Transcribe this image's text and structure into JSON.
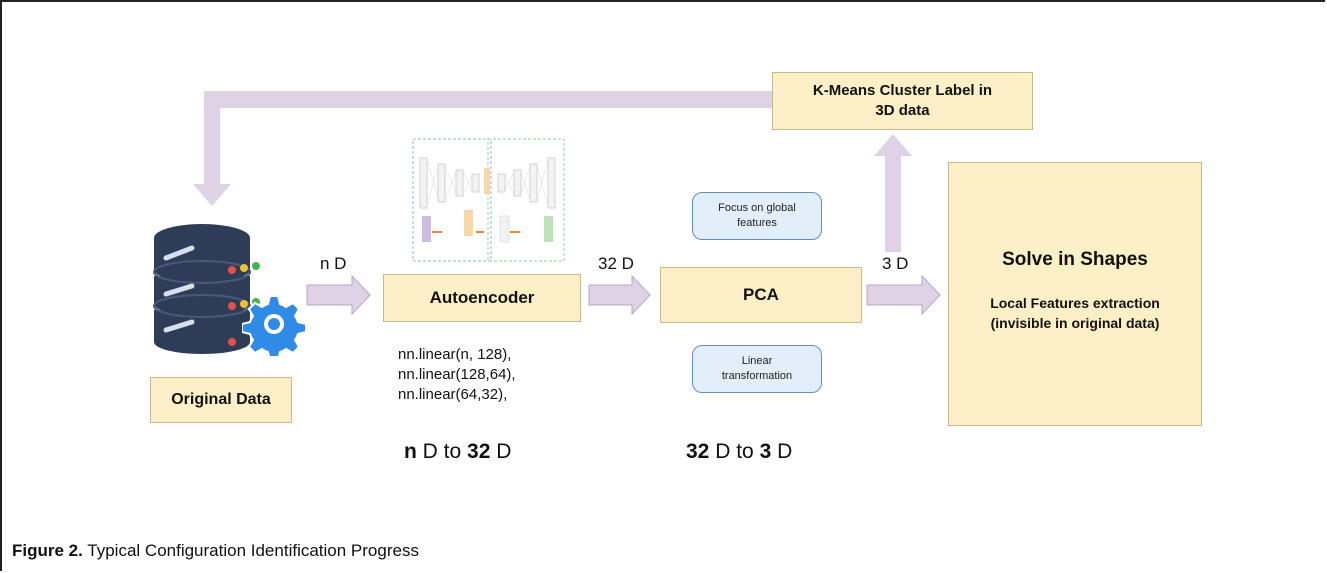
{
  "figure": {
    "caption_label": "Figure 2.",
    "caption_text": "Typical Configuration Identification Progress"
  },
  "nodes": {
    "original_data": "Original Data",
    "autoencoder": "Autoencoder",
    "pca": "PCA",
    "kmeans_line1": "K-Means Cluster Label in",
    "kmeans_line2": "3D data",
    "solve_title": "Solve in Shapes",
    "solve_sub1": "Local Features extraction",
    "solve_sub2": "(invisible in original data)"
  },
  "notes": {
    "pca_top_line1": "Focus on global",
    "pca_top_line2": "features",
    "pca_bottom_line1": "Linear",
    "pca_bottom_line2": "transformation"
  },
  "edges": {
    "e1": "n D",
    "e2": "32 D",
    "e3": "3 D"
  },
  "autoencoder_layers": [
    "nn.linear(n, 128),",
    "nn.linear(128,64),",
    "nn.linear(64,32),"
  ],
  "dims": {
    "ae_from": "n",
    "ae_mid": "D to",
    "ae_to": "32",
    "ae_end": "D",
    "pca_from": "32",
    "pca_mid": "D to",
    "pca_to": "3",
    "pca_end": "D"
  },
  "colors": {
    "box_fill": "#fdf0c7",
    "arrow_fill": "#ded2e6",
    "note_fill": "#e3eefb",
    "db_body": "#2f3c58",
    "gear": "#2f8be6"
  }
}
